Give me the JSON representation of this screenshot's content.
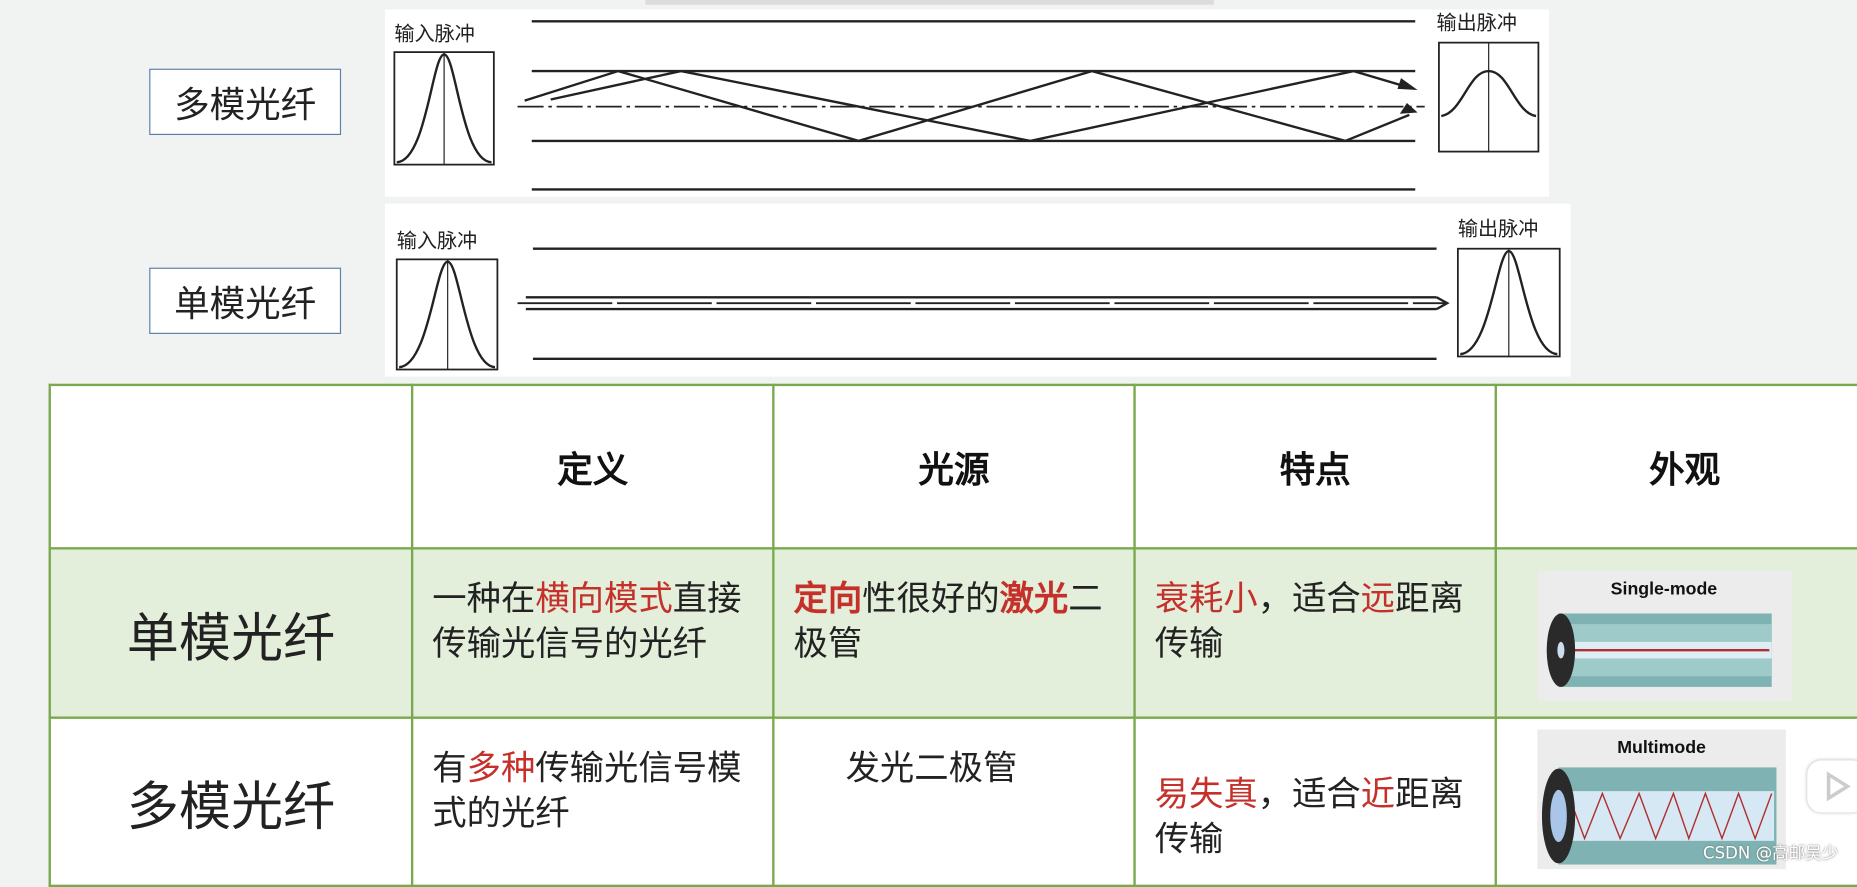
{
  "diagrams": {
    "multimode_label": "多模光纤",
    "singlemode_label": "单模光纤",
    "input_pulse": "输入脉冲",
    "output_pulse": "输出脉冲"
  },
  "table": {
    "headers": [
      "",
      "定义",
      "光源",
      "特点",
      "外观"
    ],
    "rows": [
      {
        "label": "单模光纤",
        "definition": [
          {
            "t": "一种在"
          },
          {
            "t": "横向模式",
            "red": true
          },
          {
            "t": "直接传输光信号的光纤"
          }
        ],
        "source": [
          {
            "t": "定向",
            "red": true,
            "bold": true
          },
          {
            "t": "性很好的"
          },
          {
            "t": "激光",
            "red": true,
            "bold": true
          },
          {
            "t": "二极管"
          }
        ],
        "feature": [
          {
            "t": "衰耗小",
            "red": true
          },
          {
            "t": "，适合"
          },
          {
            "t": "远",
            "red": true
          },
          {
            "t": "距离传输"
          }
        ],
        "appearance_caption": "Single-mode"
      },
      {
        "label": "多模光纤",
        "definition": [
          {
            "t": "有"
          },
          {
            "t": "多种",
            "red": true
          },
          {
            "t": "传输光信号模式的光纤"
          }
        ],
        "source": [
          {
            "t": "发光二极管"
          }
        ],
        "feature": [
          {
            "t": "易失真",
            "red": true
          },
          {
            "t": "，适合"
          },
          {
            "t": "近",
            "red": true
          },
          {
            "t": "距离传输"
          }
        ],
        "appearance_caption": "Multimode"
      }
    ]
  },
  "watermark": "CSDN @高邮吴少",
  "colors": {
    "accent_red": "#c5312a",
    "table_border": "#7aa84e",
    "row_highlight": "#e3eedb"
  }
}
